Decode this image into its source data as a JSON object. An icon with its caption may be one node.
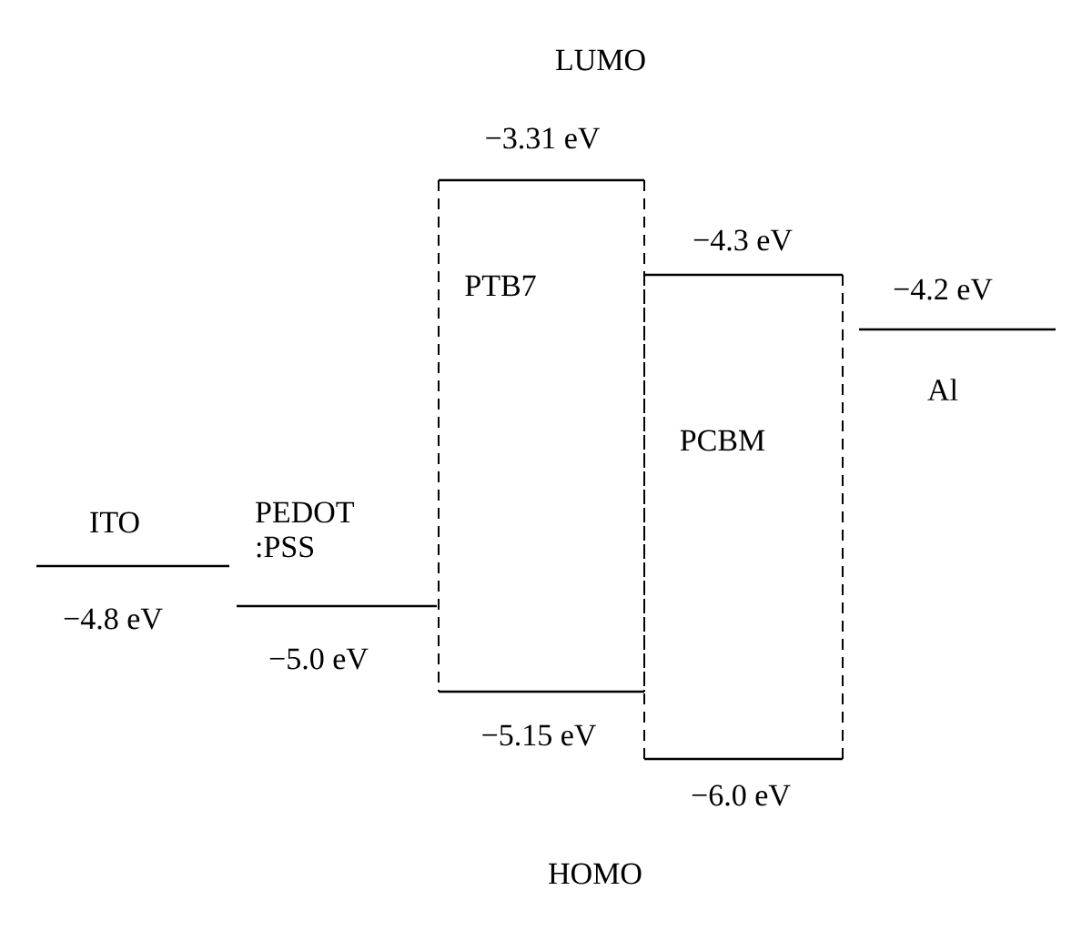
{
  "diagram": {
    "nodes": [
      {
        "text": [
          "PTB7"
        ],
        "beside": [
          "−3.31 eV",
          "−5.15 eV"
        ]
      },
      {
        "text": [
          "PCBM"
        ],
        "beside": [
          "−4.3 eV",
          "−6.0 eV"
        ]
      }
    ],
    "labels": [
      "LUMO",
      "−4.2 eV",
      "Al",
      "PEDOT :PSS",
      "ITO",
      "−4.8 eV",
      "−5.0 eV",
      "HOMO"
    ]
  }
}
